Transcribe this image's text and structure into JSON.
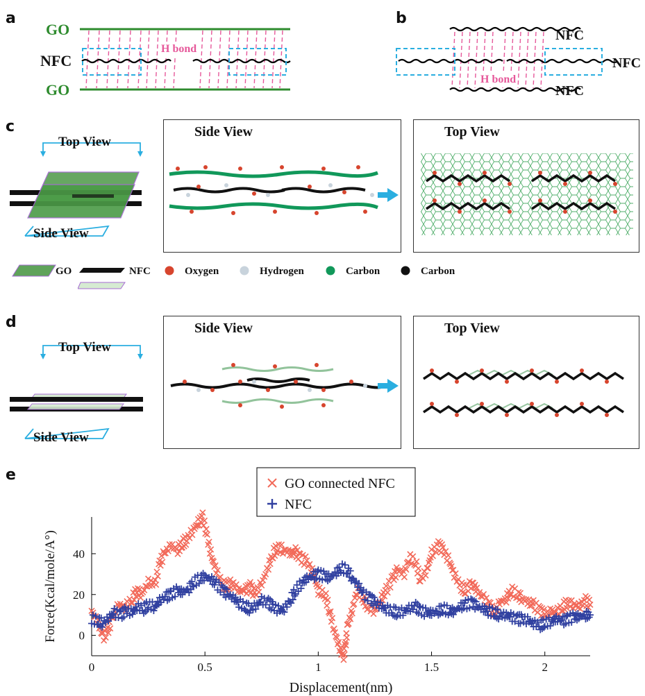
{
  "panels": {
    "a": {
      "letter": "a",
      "go_top": "GO",
      "go_bottom": "GO",
      "nfc": "NFC",
      "hbond": "H bond"
    },
    "b": {
      "letter": "b",
      "nfc_top": "NFC",
      "nfc_right": "NFC",
      "nfc_bottom": "NFC",
      "hbond": "H bond"
    },
    "c": {
      "letter": "c",
      "top_view": "Top View",
      "side_view": "Side View",
      "box1_title": "Side View",
      "box2_title": "Top View"
    },
    "legend": {
      "go": "GO",
      "nfc": "NFC",
      "oxygen": "Oxygen",
      "hydrogen": "Hydrogen",
      "carbon_green": "Carbon",
      "carbon_black": "Carbon",
      "colors": {
        "go": "#5fa35a",
        "oxygen": "#d7452e",
        "hydrogen": "#c8d3dc",
        "carbon_green": "#11985a",
        "carbon_black": "#111111"
      }
    },
    "d": {
      "letter": "d",
      "top_view": "Top View",
      "side_view": "Side View",
      "box1_title": "Side View",
      "box2_title": "Top View"
    },
    "e": {
      "letter": "e"
    }
  },
  "chart_data": {
    "type": "scatter",
    "xlabel": "Displacement(nm)",
    "ylabel": "Force(Kcal/mole/A°)",
    "xlim": [
      0,
      2.2
    ],
    "ylim": [
      -10,
      58
    ],
    "xticks": [
      "0",
      "0.5",
      "1",
      "1.5",
      "2"
    ],
    "yticks": [
      "0",
      "20",
      "40"
    ],
    "legend_position": "top-center",
    "series": [
      {
        "name": "GO connected NFC",
        "marker": "x",
        "color": "#f26a5a",
        "x": [
          0,
          0.03,
          0.05,
          0.07,
          0.09,
          0.12,
          0.15,
          0.18,
          0.2,
          0.22,
          0.25,
          0.28,
          0.3,
          0.32,
          0.35,
          0.38,
          0.4,
          0.42,
          0.45,
          0.47,
          0.49,
          0.51,
          0.53,
          0.55,
          0.58,
          0.6,
          0.62,
          0.65,
          0.68,
          0.7,
          0.72,
          0.75,
          0.78,
          0.8,
          0.82,
          0.85,
          0.88,
          0.9,
          0.92,
          0.95,
          0.98,
          1.0,
          1.03,
          1.05,
          1.07,
          1.09,
          1.11,
          1.12,
          1.13,
          1.15,
          1.17,
          1.2,
          1.22,
          1.25,
          1.28,
          1.3,
          1.33,
          1.35,
          1.38,
          1.4,
          1.43,
          1.45,
          1.48,
          1.5,
          1.53,
          1.55,
          1.58,
          1.6,
          1.63,
          1.65,
          1.68,
          1.7,
          1.73,
          1.76,
          1.78,
          1.8,
          1.83,
          1.85,
          1.88,
          1.9,
          1.93,
          1.95,
          1.98,
          2.0,
          2.03,
          2.05,
          2.08,
          2.1,
          2.13,
          2.15,
          2.18,
          2.2
        ],
        "y": [
          12,
          6,
          -1,
          2,
          8,
          15,
          14,
          18,
          22,
          20,
          26,
          25,
          35,
          40,
          44,
          42,
          45,
          47,
          52,
          55,
          58,
          48,
          38,
          32,
          25,
          24,
          26,
          22,
          22,
          24,
          20,
          25,
          34,
          40,
          43,
          42,
          40,
          41,
          38,
          36,
          30,
          22,
          20,
          12,
          3,
          -5,
          -11,
          -5,
          5,
          12,
          22,
          18,
          14,
          12,
          18,
          22,
          28,
          32,
          30,
          38,
          36,
          27,
          32,
          40,
          44,
          42,
          36,
          30,
          24,
          22,
          26,
          22,
          18,
          14,
          10,
          16,
          18,
          22,
          20,
          18,
          16,
          15,
          12,
          10,
          12,
          11,
          14,
          16,
          15,
          14,
          17,
          15
        ]
      },
      {
        "name": "NFC",
        "marker": "+",
        "color": "#3040a0",
        "x": [
          0,
          0.03,
          0.05,
          0.08,
          0.1,
          0.13,
          0.15,
          0.18,
          0.2,
          0.23,
          0.25,
          0.28,
          0.3,
          0.33,
          0.35,
          0.38,
          0.4,
          0.43,
          0.45,
          0.48,
          0.5,
          0.53,
          0.55,
          0.58,
          0.6,
          0.63,
          0.65,
          0.68,
          0.7,
          0.73,
          0.75,
          0.78,
          0.8,
          0.83,
          0.85,
          0.88,
          0.9,
          0.93,
          0.95,
          0.98,
          1.0,
          1.03,
          1.05,
          1.08,
          1.1,
          1.13,
          1.15,
          1.18,
          1.2,
          1.23,
          1.25,
          1.28,
          1.3,
          1.33,
          1.35,
          1.38,
          1.4,
          1.43,
          1.45,
          1.48,
          1.5,
          1.53,
          1.55,
          1.58,
          1.6,
          1.63,
          1.65,
          1.68,
          1.7,
          1.73,
          1.75,
          1.78,
          1.8,
          1.83,
          1.85,
          1.88,
          1.9,
          1.93,
          1.95,
          1.98,
          2.0,
          2.03,
          2.05,
          2.08,
          2.1,
          2.13,
          2.15,
          2.18,
          2.2
        ],
        "y": [
          8,
          7,
          6,
          9,
          11,
          10,
          12,
          11,
          14,
          13,
          15,
          14,
          17,
          19,
          20,
          22,
          21,
          23,
          26,
          28,
          29,
          27,
          25,
          22,
          20,
          18,
          16,
          14,
          13,
          15,
          17,
          16,
          14,
          12,
          13,
          18,
          22,
          26,
          28,
          29,
          30,
          29,
          28,
          31,
          33,
          32,
          28,
          24,
          20,
          18,
          16,
          14,
          13,
          12,
          11,
          12,
          13,
          14,
          12,
          11,
          11,
          12,
          13,
          12,
          12,
          14,
          15,
          16,
          14,
          13,
          12,
          11,
          10,
          10,
          9,
          8,
          8,
          7,
          6,
          5,
          6,
          7,
          8,
          7,
          8,
          9,
          9,
          10,
          10
        ]
      }
    ]
  }
}
